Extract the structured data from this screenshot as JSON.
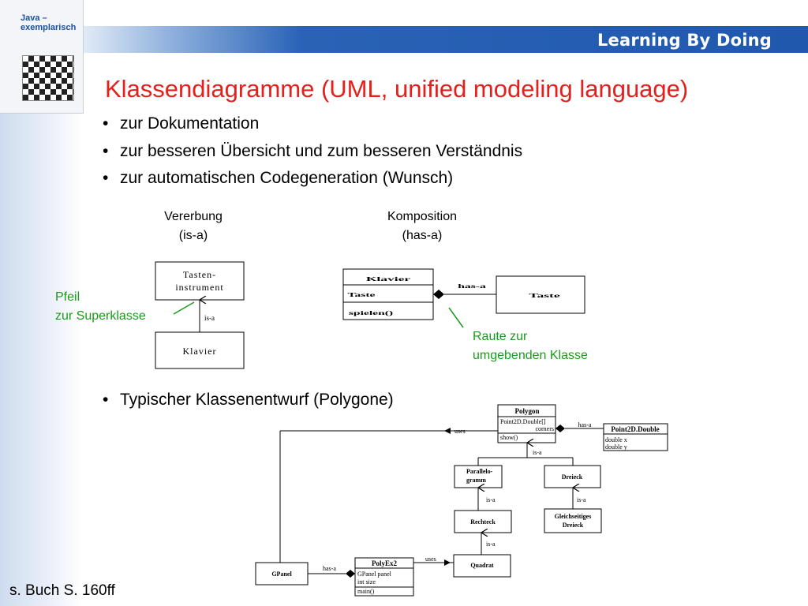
{
  "header": {
    "brand": "Learning By Doing"
  },
  "book": {
    "title": "Java – exemplarisch"
  },
  "title": "Klassendiagramme (UML, unified modeling language)",
  "bullets": [
    "zur Dokumentation",
    "zur besseren Übersicht und zum besseren Verständnis",
    "zur automatischen Codegeneration (Wunsch)"
  ],
  "bullet_polygone": "Typischer Klassenentwurf (Polygone)",
  "vererbung": {
    "heading_1": "Vererbung",
    "heading_2": "(is-a)",
    "super_1": "Tasten-",
    "super_2": "instrument",
    "sub": "Klavier",
    "edge": "is-a",
    "note_1": "Pfeil",
    "note_2": "zur Superklasse"
  },
  "komposition": {
    "heading_1": "Komposition",
    "heading_2": "(has-a)",
    "whole_name": "Klavier",
    "whole_attr": "Taste",
    "whole_method": "spielen()",
    "edge": "has-a",
    "part_name": "Taste",
    "note_1": "Raute zur",
    "note_2": "umgebenden Klasse"
  },
  "polygon_diagram": {
    "polygon_name": "Polygon",
    "polygon_attr_1": "Point2D.Double[]",
    "polygon_attr_2": "corners",
    "polygon_method": "show()",
    "point_name": "Point2D.Double",
    "point_attr_1": "double x",
    "point_attr_2": "double y",
    "has_a_top": "has-a",
    "uses_top": "uses",
    "is_a_1": "is-a",
    "parallelogramm_1": "Parallelo-",
    "parallelogramm_2": "gramm",
    "dreieck": "Dreieck",
    "is_a_2": "is-a",
    "is_a_3": "is-a",
    "rechteck": "Rechteck",
    "gleich_1": "Gleichseitiges",
    "gleich_2": "Dreieck",
    "is_a_4": "is-a",
    "quadrat": "Quadrat",
    "uses_bottom": "uses",
    "gpanel": "GPanel",
    "has_a_bottom": "has-a",
    "polyex_name": "PolyEx2",
    "polyex_attr_1": "GPanel panel",
    "polyex_attr_2": "int size",
    "polyex_method": "main()"
  },
  "footer": "s. Buch S. 160ff",
  "colors": {
    "title_red": "#e3201b",
    "band_blue": "#1f58ad",
    "note_green": "#1a9b1a"
  }
}
